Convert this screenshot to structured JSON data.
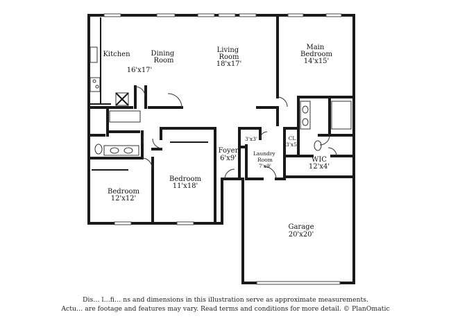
{
  "rooms": {
    "kitchen": {
      "name": "Kitchen",
      "dim": ""
    },
    "dining": {
      "name": "Dining\nRoom",
      "dim": "16'x17'"
    },
    "living": {
      "name": "Living\nRoom",
      "dim": "18'x17'"
    },
    "main_bedroom": {
      "name": "Main\nBedroom",
      "dim": "14'x15'"
    },
    "foyer": {
      "name": "Foyer",
      "dim": "6'x9'"
    },
    "closet_small": {
      "name": "",
      "dim": "3'x3'"
    },
    "laundry": {
      "name": "Laundry\nRoom",
      "dim": "7'x9'"
    },
    "cl": {
      "name": "CL",
      "dim": "3'x5'"
    },
    "wic": {
      "name": "WIC",
      "dim": "12'x4'"
    },
    "bedroom2": {
      "name": "Bedroom",
      "dim": "11'x18'"
    },
    "bedroom3": {
      "name": "Bedroom",
      "dim": "12'x12'"
    },
    "garage": {
      "name": "Garage",
      "dim": "20'x20'"
    }
  },
  "disclaimer": {
    "line1": "Dis… l…fi… ns and dimensions in this illustration serve as approximate measurements.",
    "line2": "Actu… are footage and features may vary. Read terms and conditions for more detail. © PlanOmatic"
  }
}
